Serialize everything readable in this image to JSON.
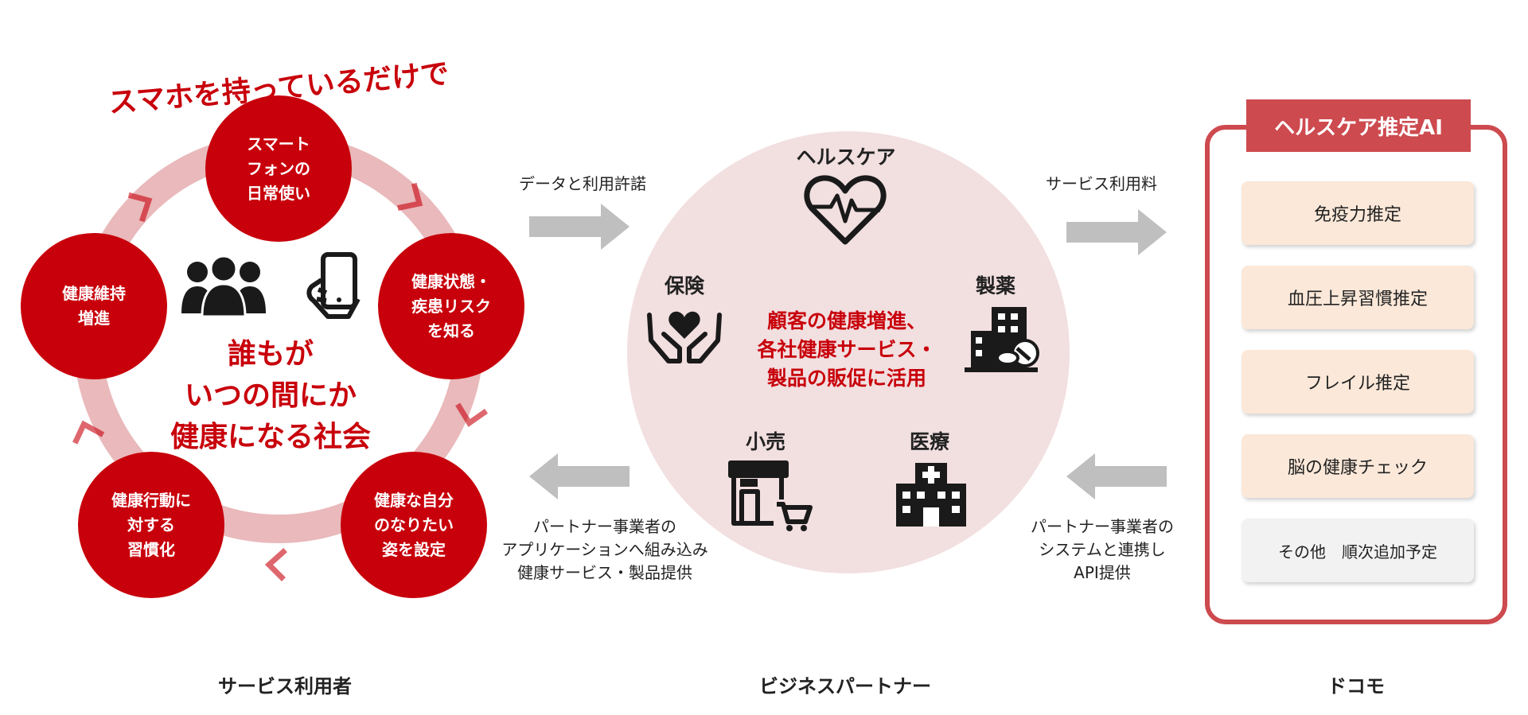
{
  "colors": {
    "brand_red": "#c8000b",
    "ring_pink": "#e9b9bb",
    "partner_bg": "#f2dfe0",
    "panel_red": "#cd4a4f",
    "item_peach": "#fbe8d9",
    "item_gray": "#f2f2f2",
    "arrow_gray": "#bfbfbf"
  },
  "users": {
    "headline": "スマホを持っているだけで",
    "center_text": "誰もが\nいつの間にか\n健康になる社会",
    "cycle_steps": [
      {
        "label": "スマート\nフォンの\n日常使い"
      },
      {
        "label": "健康状態・\n疾患リスク\nを知る"
      },
      {
        "label": "健康な自分\nのなりたい\n姿を設定"
      },
      {
        "label": "健康行動に\n対する\n習慣化"
      },
      {
        "label": "健康維持\n増進"
      }
    ],
    "icons": [
      "people-icon",
      "smartphone-hand-icon"
    ],
    "label": "サービス利用者"
  },
  "flows": {
    "users_to_partner": "データと利用許諾",
    "partner_to_users": "パートナー事業者の\nアプリケーションへ組み込み\n健康サービス・製品提供",
    "partner_to_docomo": "サービス利用料",
    "docomo_to_partner": "パートナー事業者の\nシステムと連携し\nAPI提供"
  },
  "partner": {
    "center_text": "顧客の健康増進、\n各社健康サービス・\n製品の販促に活用",
    "categories": [
      {
        "label": "ヘルスケア",
        "icon": "heart-pulse-icon"
      },
      {
        "label": "保険",
        "icon": "hands-heart-icon"
      },
      {
        "label": "製薬",
        "icon": "pharma-building-icon"
      },
      {
        "label": "小売",
        "icon": "store-cart-icon"
      },
      {
        "label": "医療",
        "icon": "hospital-icon"
      }
    ],
    "label": "ビジネスパートナー"
  },
  "docomo": {
    "panel_title": "ヘルスケア推定AI",
    "items": [
      {
        "label": "免疫力推定"
      },
      {
        "label": "血圧上昇習慣推定"
      },
      {
        "label": "フレイル推定"
      },
      {
        "label": "脳の健康チェック"
      },
      {
        "label": "その他　順次追加予定"
      }
    ],
    "label": "ドコモ"
  }
}
